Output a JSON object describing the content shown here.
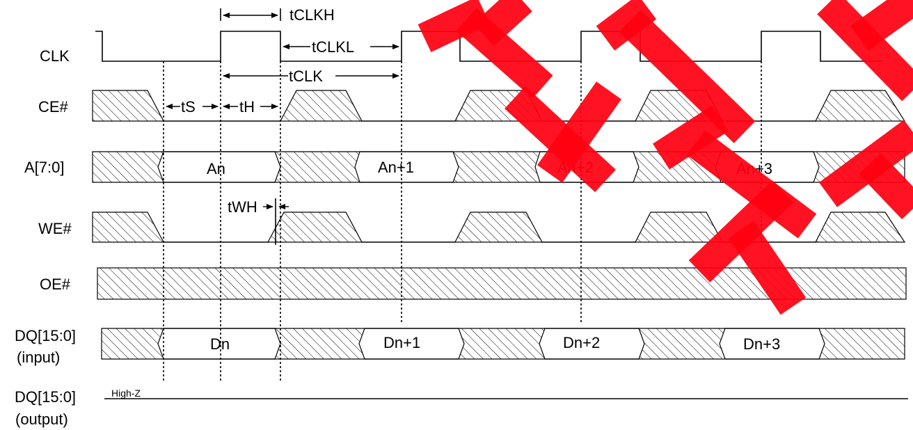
{
  "signals": {
    "clk": "CLK",
    "ce": "CE#",
    "addr": "A[7:0]",
    "we": "WE#",
    "oe": "OE#",
    "dq_in_1": "DQ[15:0]",
    "dq_in_2": "(input)",
    "dq_out_1": "DQ[15:0]",
    "dq_out_2": "(output)"
  },
  "timing": {
    "tclkh": "tCLKH",
    "tclkl": "tCLKL",
    "tclk": "tCLK",
    "ts": "tS",
    "th": "tH",
    "twh": "tWH"
  },
  "address_values": [
    "An",
    "An+1",
    "An+2",
    "An+3"
  ],
  "data_values": [
    "Dn",
    "Dn+1",
    "Dn+2",
    "Dn+3"
  ],
  "highz": "High-Z",
  "colors": {
    "watermark": "#ff0010",
    "line": "#000000"
  }
}
